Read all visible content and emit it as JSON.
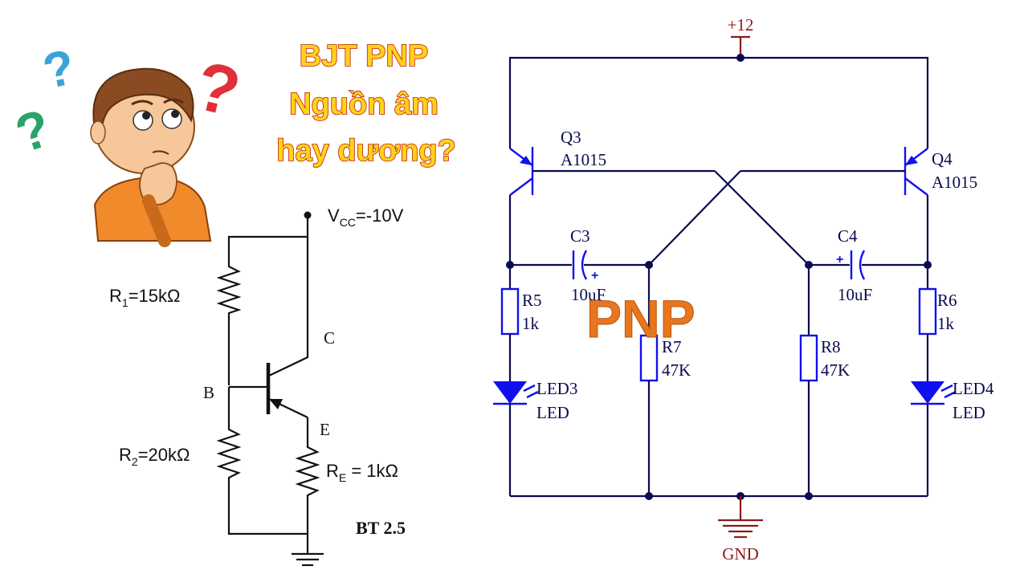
{
  "headline": {
    "line1": "BJT PNP",
    "line2": "Nguồn âm",
    "line3": "hay dương?"
  },
  "left_circuit": {
    "vcc_label": "=-10V",
    "vcc_prefix": "V",
    "vcc_sub": "CC",
    "r1_label": "=15kΩ",
    "r1_prefix": "R",
    "r1_sub": "1",
    "r2_label": "=20kΩ",
    "r2_prefix": "R",
    "r2_sub": "2",
    "re_label": " = 1kΩ",
    "re_prefix": "R",
    "re_sub": "E",
    "node_b": "B",
    "node_c": "C",
    "node_e": "E",
    "exercise": "BT 2.5"
  },
  "right_circuit": {
    "supply": "+12",
    "ground": "GND",
    "q3_ref": "Q3",
    "q3_part": "A1015",
    "q4_ref": "Q4",
    "q4_part": "A1015",
    "c3_ref": "C3",
    "c3_val": "10uF",
    "c4_ref": "C4",
    "c4_val": "10uF",
    "r5_ref": "R5",
    "r5_val": "1k",
    "r6_ref": "R6",
    "r6_val": "1k",
    "r7_ref": "R7",
    "r7_val": "47K",
    "r8_ref": "R8",
    "r8_val": "47K",
    "led3_ref": "LED3",
    "led3_val": "LED",
    "led4_ref": "LED4",
    "led4_val": "LED",
    "cap_plus": "+"
  },
  "overlay": {
    "text": "PNP"
  },
  "colors": {
    "headline_fill": "#ffd21a",
    "headline_outline": "#c0180e",
    "transistor_blue": "#1010ee",
    "wire_navy": "#0a0a50",
    "net_label_red": "#8b1a1a",
    "overlay_orange": "#e8761f",
    "question_blue": "#3aa3d8",
    "question_red": "#e0303a",
    "question_green": "#2aa36a",
    "shirt_orange": "#f08a2a"
  }
}
